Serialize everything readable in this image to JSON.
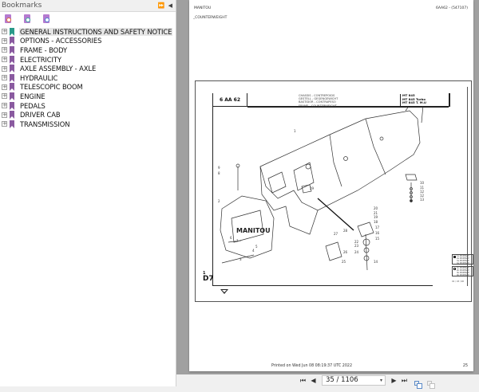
{
  "sidebar": {
    "title": "Bookmarks",
    "header_controls": [
      "⏩",
      "◀"
    ],
    "tools": [
      {
        "name": "bookmark-expand-icon",
        "color": "#e06a3a"
      },
      {
        "name": "bookmark-add-icon",
        "color": "#3aa9a0"
      },
      {
        "name": "bookmark-search-icon",
        "color": "#4d7fd1"
      }
    ],
    "items": [
      {
        "label": "GENERAL INSTRUCTIONS AND SAFETY NOTICE",
        "icon_color": "#2a9a8a",
        "selected": true
      },
      {
        "label": "OPTIONS - ACCESSORIES",
        "icon_color": "#8a5aa0"
      },
      {
        "label": "FRAME - BODY",
        "icon_color": "#8a5aa0"
      },
      {
        "label": "ELECTRICITY",
        "icon_color": "#8a5aa0"
      },
      {
        "label": "AXLE ASSEMBLY - AXLE",
        "icon_color": "#8a5aa0"
      },
      {
        "label": "HYDRAULIC",
        "icon_color": "#8a5aa0"
      },
      {
        "label": "TELESCOPIC BOOM",
        "icon_color": "#8a5aa0"
      },
      {
        "label": "ENGINE",
        "icon_color": "#8a5aa0"
      },
      {
        "label": "PEDALS",
        "icon_color": "#8a5aa0"
      },
      {
        "label": "DRIVER CAB",
        "icon_color": "#8a5aa0"
      },
      {
        "label": "TRANSMISSION",
        "icon_color": "#8a5aa0"
      }
    ]
  },
  "page": {
    "brand": "MANITOU",
    "reference": "6AA62 - (547107)",
    "section": "_COUNTERWEIGHT",
    "title_block": {
      "code": "6 AA 62",
      "descriptions": [
        "CHASSIS - CONTREPOIDS",
        "GESTELL - GEGENGEWICHT",
        "BASTIDOR - CONTRAPESO",
        "FRAME - COUNTERWEIGHT"
      ],
      "models": [
        "MT 845",
        "MT 845 Turbo",
        "MT 845 T. M.U"
      ]
    },
    "page_mark_top": "1",
    "page_mark": "D7",
    "legend": {
      "filled": [
        "1a MONTAGE",
        "2a MONTAGE",
        "3a MONTAGE",
        "4a MONTAGE"
      ],
      "empty": [
        "1b MONTAGE",
        "2b MONTAGE",
        "3b MONTAGE",
        "4b MONTAGE"
      ]
    },
    "drawing_ref": "02 / 03 / 98",
    "callouts": [
      "1",
      "2",
      "3",
      "4",
      "5",
      "6",
      "7",
      "8",
      "9",
      "10",
      "11",
      "12",
      "12",
      "13",
      "14",
      "15",
      "16",
      "17",
      "18",
      "19",
      "20",
      "21",
      "22",
      "23",
      "24",
      "25",
      "26",
      "27",
      "28",
      "29"
    ],
    "footer_printed": "Printed on   Wed Jun 08 08:19:37 UTC 2022",
    "page_number": "25"
  },
  "navbar": {
    "first_label": "⏮",
    "prev_label": "◀",
    "page_value": "35 / 1106",
    "next_label": "▶",
    "last_label": "⏭"
  }
}
